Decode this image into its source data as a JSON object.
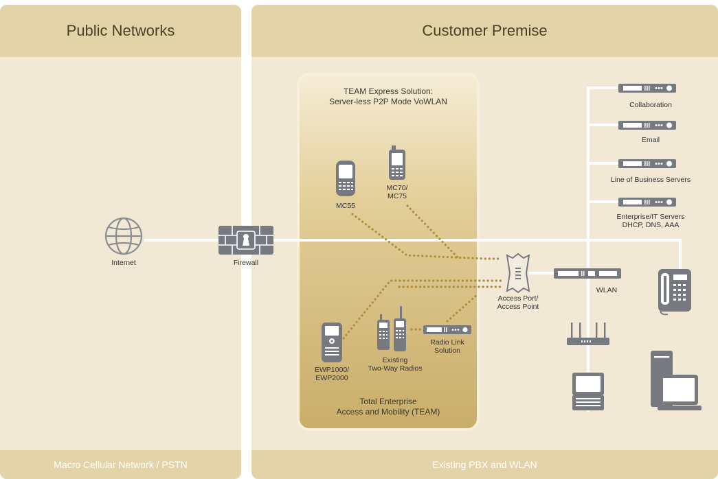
{
  "panels": {
    "public": {
      "title": "Public Networks",
      "footer": "Macro Cellular Network / PSTN"
    },
    "customer": {
      "title": "Customer Premise",
      "footer": "Existing PBX and WLAN"
    }
  },
  "solution_box": {
    "title_line1": "TEAM Express Solution:",
    "title_line2": "Server-less P2P Mode VoWLAN",
    "footer_line1": "Total Enterprise",
    "footer_line2": "Access and Mobility (TEAM)"
  },
  "nodes": {
    "internet": "Internet",
    "firewall": "Firewall",
    "mc55": "MC55",
    "mc70_line1": "MC70/",
    "mc70_line2": "MC75",
    "access_point_line1": "Access Port/",
    "access_point_line2": "Access Point",
    "wlan": "WLAN",
    "ewp_line1": "EWP1000/",
    "ewp_line2": "EWP2000",
    "radios_line1": "Existing",
    "radios_line2": "Two-Way Radios",
    "radio_link_line1": "Radio Link",
    "radio_link_line2": "Solution"
  },
  "servers": [
    {
      "line1": "Collaboration",
      "line2": ""
    },
    {
      "line1": "Email",
      "line2": ""
    },
    {
      "line1": "Line of Business Servers",
      "line2": ""
    },
    {
      "line1": "Enterprise/IT Servers",
      "line2": "DHCP, DNS, AAA"
    }
  ],
  "colors": {
    "panel_bg": "#f1e8d5",
    "header_bg": "#e3d3a8",
    "header_text": "#4a3f22",
    "device_gray": "#767a80",
    "wireless_dots": "#b08d3a",
    "wire": "#ffffff"
  },
  "icons": [
    "globe-icon",
    "firewall-icon",
    "mobile-phone-icon",
    "two-way-radio-icon",
    "server-icon",
    "access-point-icon",
    "desk-phone-icon",
    "laptop-icon",
    "desktop-computer-icon"
  ]
}
